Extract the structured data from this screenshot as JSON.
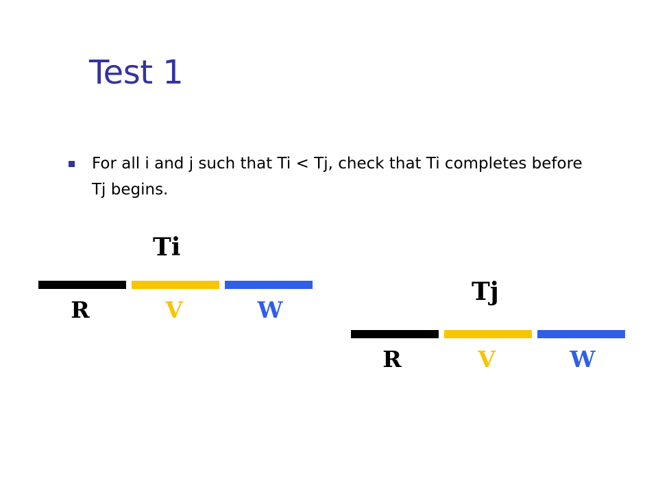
{
  "title": "Test 1",
  "bullet": {
    "text": "For all i and j such that Ti < Tj, check that Ti completes before Tj begins."
  },
  "colors": {
    "title": "#3333a0",
    "read": "#000000",
    "validate": "#f7c600",
    "write": "#2f5fe8"
  },
  "transactions": [
    {
      "label": "Ti",
      "phases": [
        "R",
        "V",
        "W"
      ]
    },
    {
      "label": "Tj",
      "phases": [
        "R",
        "V",
        "W"
      ]
    }
  ]
}
